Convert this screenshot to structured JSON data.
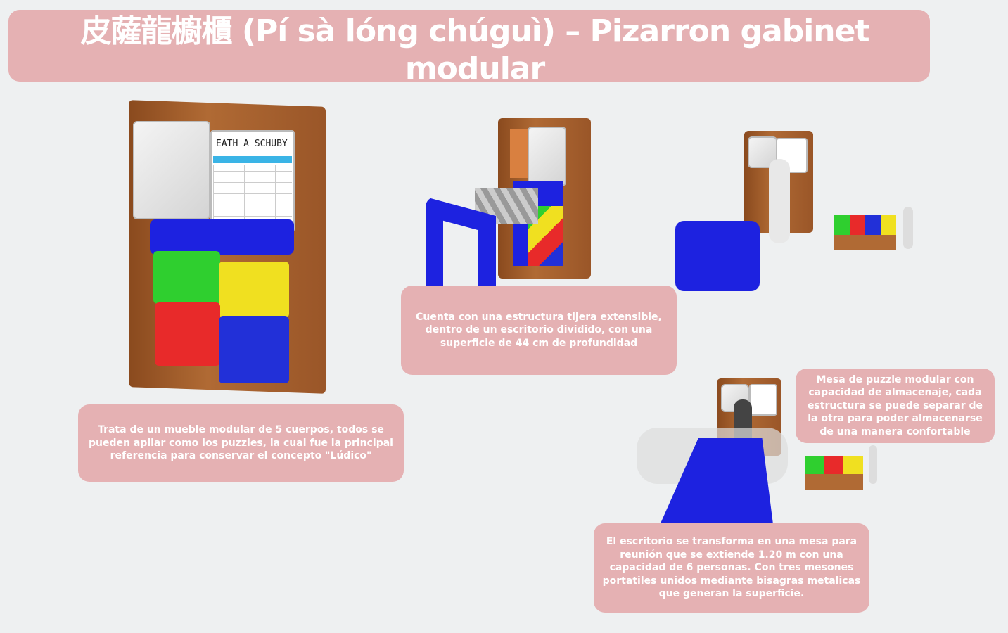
{
  "title": "皮薩龍櫥櫃 (Pí sà lóng chúguì) – Pizarron gabinet modular",
  "calendar_label": "EATH A SCHUBY",
  "captions": {
    "cabinet": "Trata de un mueble modular de 5 cuerpos, todos se pueden apilar como los puzzles, la cual fue la principal referencia para conservar el concepto \"Lúdico\"",
    "scissor": "Cuenta con una estructura tijera extensible, dentro de un escritorio dividido, con una superficie de 44 cm de profundidad",
    "puzzle_table": "Mesa de puzzle modular con capacidad de almacenaje, cada estructura se puede separar de la otra para poder almacenarse de una manera confortable",
    "meeting": "El escritorio se transforma en una mesa para reunión que se extiende 1.20 m con una capacidad de 6 personas. Con tres mesones portatiles unidos mediante bisagras metalicas que generan la superficie."
  },
  "colors": {
    "panel": "#e5b1b3",
    "background": "#eef0f1",
    "wood": "#a8602e",
    "desk_blue": "#1d22e0",
    "puzzle_green": "#2fcf2f",
    "puzzle_yellow": "#f0e020",
    "puzzle_red": "#e82a2a",
    "puzzle_blue": "#2230d8"
  }
}
